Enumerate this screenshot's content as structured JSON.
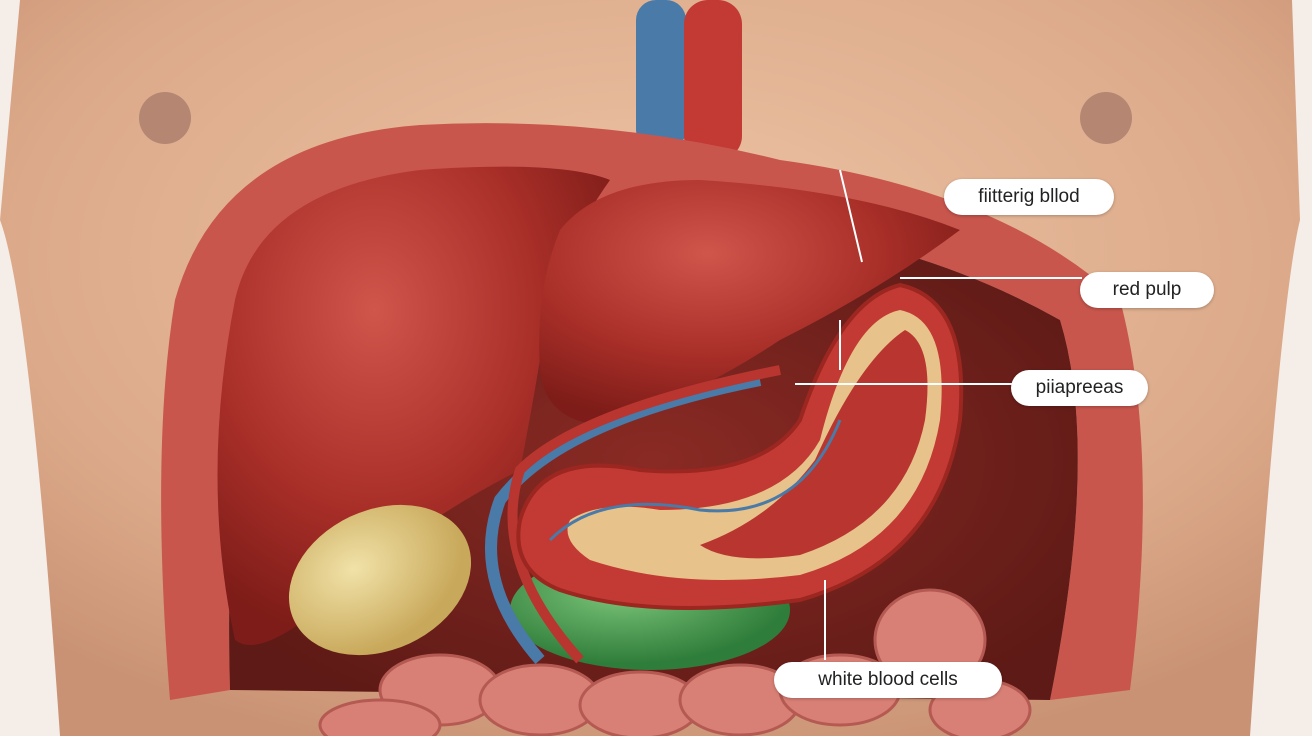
{
  "labels": {
    "filtering_blood": "fiitterig bllod",
    "red_pulp": "red pulp",
    "pancreas": "piiapreeas",
    "white_blood_cells": "white blood cells"
  },
  "colors": {
    "skin": "#e3b494",
    "organ_red": "#b8362f",
    "vein_blue": "#4a7aa8",
    "gallbladder": "#d9c27a",
    "green": "#4f9e4f",
    "intestine": "#d97c72"
  }
}
